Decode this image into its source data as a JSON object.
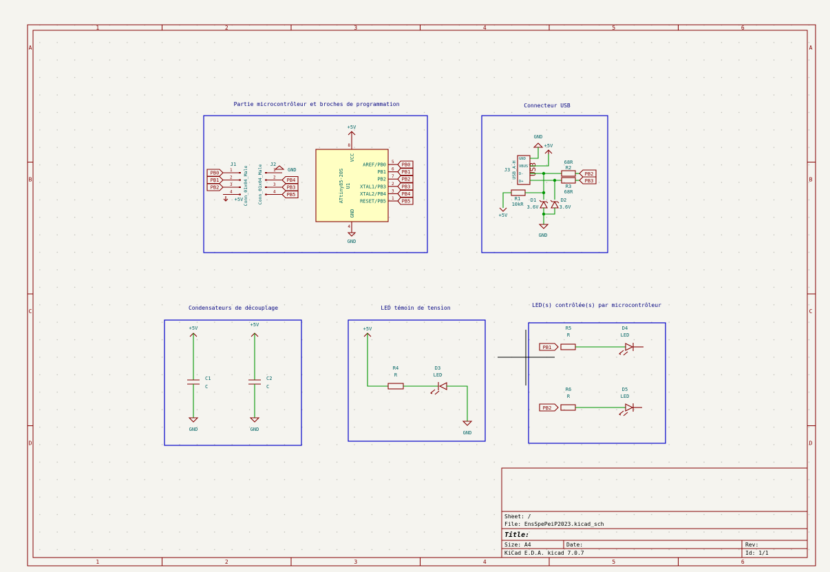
{
  "frame": {
    "columns": [
      "1",
      "2",
      "3",
      "4",
      "5",
      "6"
    ],
    "rows": [
      "A",
      "B",
      "C",
      "D"
    ]
  },
  "sections": {
    "mcu": "Partie microcontrôleur et broches de programmation",
    "usb": "Connecteur USB",
    "decoupling": "Condensateurs de découplage",
    "power_led": "LED témoin de tension",
    "mcu_leds": "LED(s) contrôlée(s) par microcontrôleur"
  },
  "mcu": {
    "u1": {
      "ref": "U1",
      "value": "ATtiny85-20S",
      "vcc": "VCC",
      "gnd": "GND",
      "vcc_pin": "8",
      "gnd_pin": "4",
      "pins": [
        {
          "num": "5",
          "name": "AREF/PB0",
          "net": "PB0"
        },
        {
          "num": "6",
          "name": "PB1",
          "net": "PB1"
        },
        {
          "num": "7",
          "name": "PB2",
          "net": "PB2"
        },
        {
          "num": "2",
          "name": "XTAL1/PB3",
          "net": "PB3"
        },
        {
          "num": "3",
          "name": "XTAL2/PB4",
          "net": "PB4"
        },
        {
          "num": "1",
          "name": "RESET/PB5",
          "net": "PB5"
        }
      ]
    },
    "pwr_vcc": "+5V",
    "pwr_gnd": "GND",
    "j1": {
      "ref": "J1",
      "value": "Conn_01x04_Male",
      "pins": [
        "1",
        "2",
        "3",
        "4"
      ],
      "nets": [
        "PB0",
        "PB1",
        "PB2"
      ],
      "pwr": "+5V"
    },
    "j2": {
      "ref": "J2",
      "value": "Conn_01x04_Male",
      "pins": [
        "1",
        "2",
        "3",
        "4"
      ],
      "nets": [
        "PB4",
        "PB3",
        "PB5"
      ],
      "pwr": "GND"
    }
  },
  "usb": {
    "j3": {
      "ref": "J3",
      "value": "USB_A-H",
      "pins": [
        "GND",
        "VBUS",
        "D-",
        "D+"
      ]
    },
    "gnd": "GND",
    "vcc": "+5V",
    "r1": {
      "ref": "R1",
      "value": "10kR"
    },
    "r2": {
      "ref": "R2",
      "value": "68R",
      "net": "PB2"
    },
    "r3": {
      "ref": "R3",
      "value": "68R",
      "net": "PB3"
    },
    "d1": {
      "ref": "D1",
      "value": "3.6V"
    },
    "d2": {
      "ref": "D2",
      "value": "3.6V"
    },
    "pwr_r1": "+5V",
    "gnd_bottom": "GND"
  },
  "decoupling": {
    "c1": {
      "ref": "C1",
      "value": "C"
    },
    "c2": {
      "ref": "C2",
      "value": "C"
    },
    "vcc": "+5V",
    "gnd": "GND"
  },
  "power_led": {
    "vcc": "+5V",
    "r4": {
      "ref": "R4",
      "value": "R"
    },
    "d3": {
      "ref": "D3",
      "value": "LED"
    },
    "gnd": "GND"
  },
  "mcu_leds": {
    "r5": {
      "ref": "R5",
      "value": "R",
      "net": "PB1"
    },
    "d4": {
      "ref": "D4",
      "value": "LED"
    },
    "r6": {
      "ref": "R6",
      "value": "R",
      "net": "PB2"
    },
    "d5": {
      "ref": "D5",
      "value": "LED"
    }
  },
  "title_block": {
    "sheet": "Sheet: /",
    "file": "File: EnsSpePeiP2023.kicad_sch",
    "title": "Title:",
    "size": "Size: A4",
    "date": "Date:",
    "rev": "Rev:",
    "tool": "KiCad E.D.A.  kicad 7.0.7",
    "id": "Id: 1/1"
  }
}
